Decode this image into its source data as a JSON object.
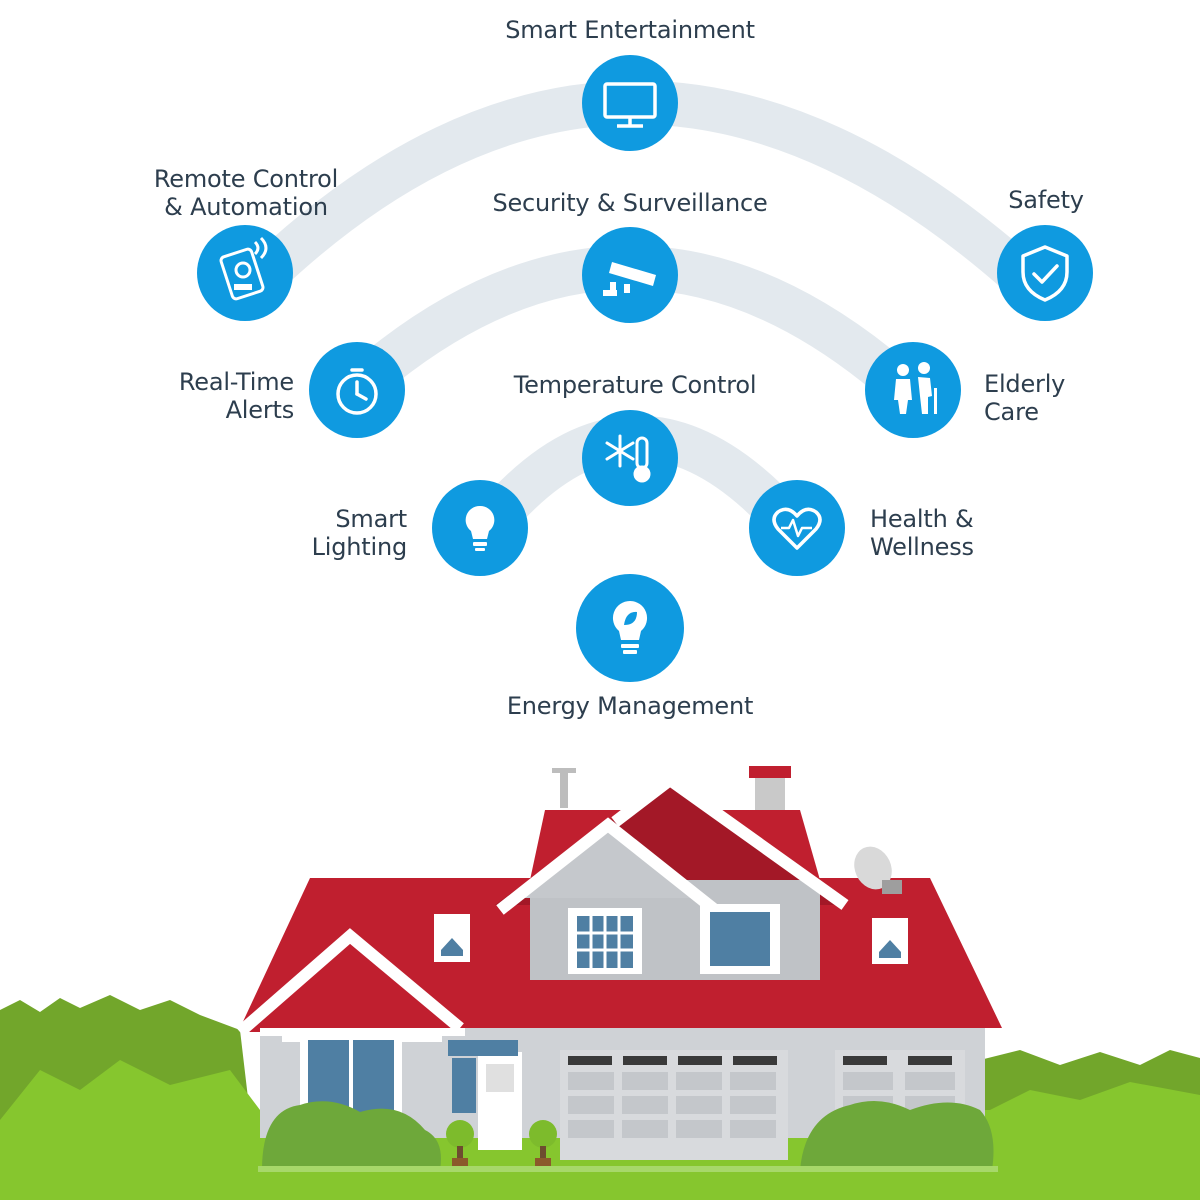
{
  "colors": {
    "accent_blue": "#0f9ae0",
    "arc_gray": "#e3e9ee",
    "label_text": "#2d3e4e",
    "roof_red": "#c01f2f",
    "grass_green": "#7cc42a"
  },
  "features": {
    "smart_entertainment": {
      "label": "Smart Entertainment",
      "icon": "tv-monitor-icon"
    },
    "remote_control": {
      "label": "Remote Control\n& Automation",
      "icon": "remote-phone-icon"
    },
    "security": {
      "label": "Security & Surveillance",
      "icon": "cctv-camera-icon"
    },
    "safety": {
      "label": "Safety",
      "icon": "shield-check-icon"
    },
    "real_time_alerts": {
      "label": "Real-Time\nAlerts",
      "icon": "stopwatch-icon"
    },
    "temperature": {
      "label": "Temperature Control",
      "icon": "snowflake-thermometer-icon"
    },
    "elderly_care": {
      "label": "Elderly\nCare",
      "icon": "elderly-couple-icon"
    },
    "smart_lighting": {
      "label": "Smart\nLighting",
      "icon": "light-bulb-icon"
    },
    "health": {
      "label": "Health &\nWellness",
      "icon": "heart-pulse-icon"
    },
    "energy": {
      "label": "Energy Management",
      "icon": "eco-bulb-icon"
    }
  },
  "house": {
    "icon": "smart-house-illustration"
  }
}
